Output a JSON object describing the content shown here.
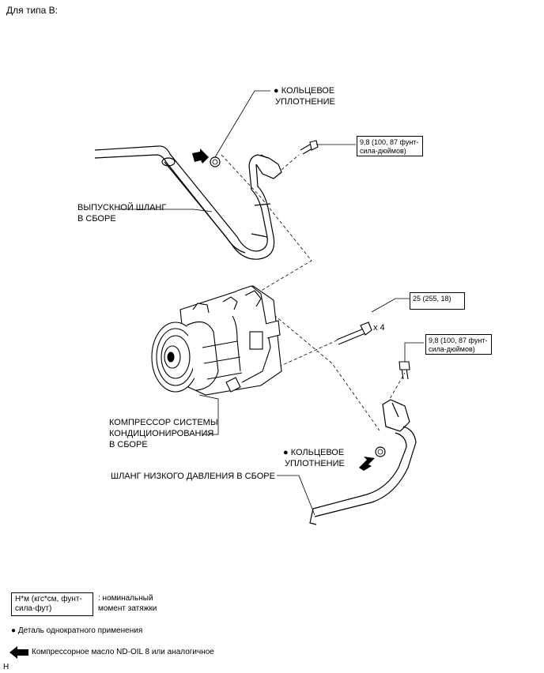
{
  "header": {
    "title": "Для типа B:"
  },
  "labels": {
    "oring_top_line1": "● КОЛЬЦЕВОЕ",
    "oring_top_line2": "УПЛОТНЕНИЕ",
    "discharge_hose_line1": "ВЫПУСКНОЙ ШЛАНГ",
    "discharge_hose_line2": "В СБОРЕ",
    "compressor_line1": "КОМПРЕССОР СИСТЕМЫ",
    "compressor_line2": "КОНДИЦИОНИРОВАНИЯ",
    "compressor_line3": "В СБОРЕ",
    "oring_bottom_line1": "● КОЛЬЦЕВОЕ",
    "oring_bottom_line2": "УПЛОТНЕНИЕ",
    "suction_hose": "ШЛАНГ НИЗКОГО ДАВЛЕНИЯ В СБОРЕ",
    "bolt_count": "x 4"
  },
  "torques": {
    "top_line1": "9,8 (100, 87 фунт-",
    "top_line2": "сила-дюймов)",
    "compressor": "25 (255, 18)",
    "right_line1": "9,8 (100, 87 фунт-",
    "right_line2": "сила-дюймов)"
  },
  "legend": {
    "torque_box_line1": "Н*м (кгс*см, фунт-",
    "torque_box_line2": "сила-фут)",
    "torque_desc_line1": ": номинальный",
    "torque_desc_line2": "момент затяжки",
    "nonreusable": "● Деталь однократного применения",
    "oil": "Компрессорное масло ND-OIL 8 или аналогичное"
  },
  "footer": {
    "code": "H"
  }
}
